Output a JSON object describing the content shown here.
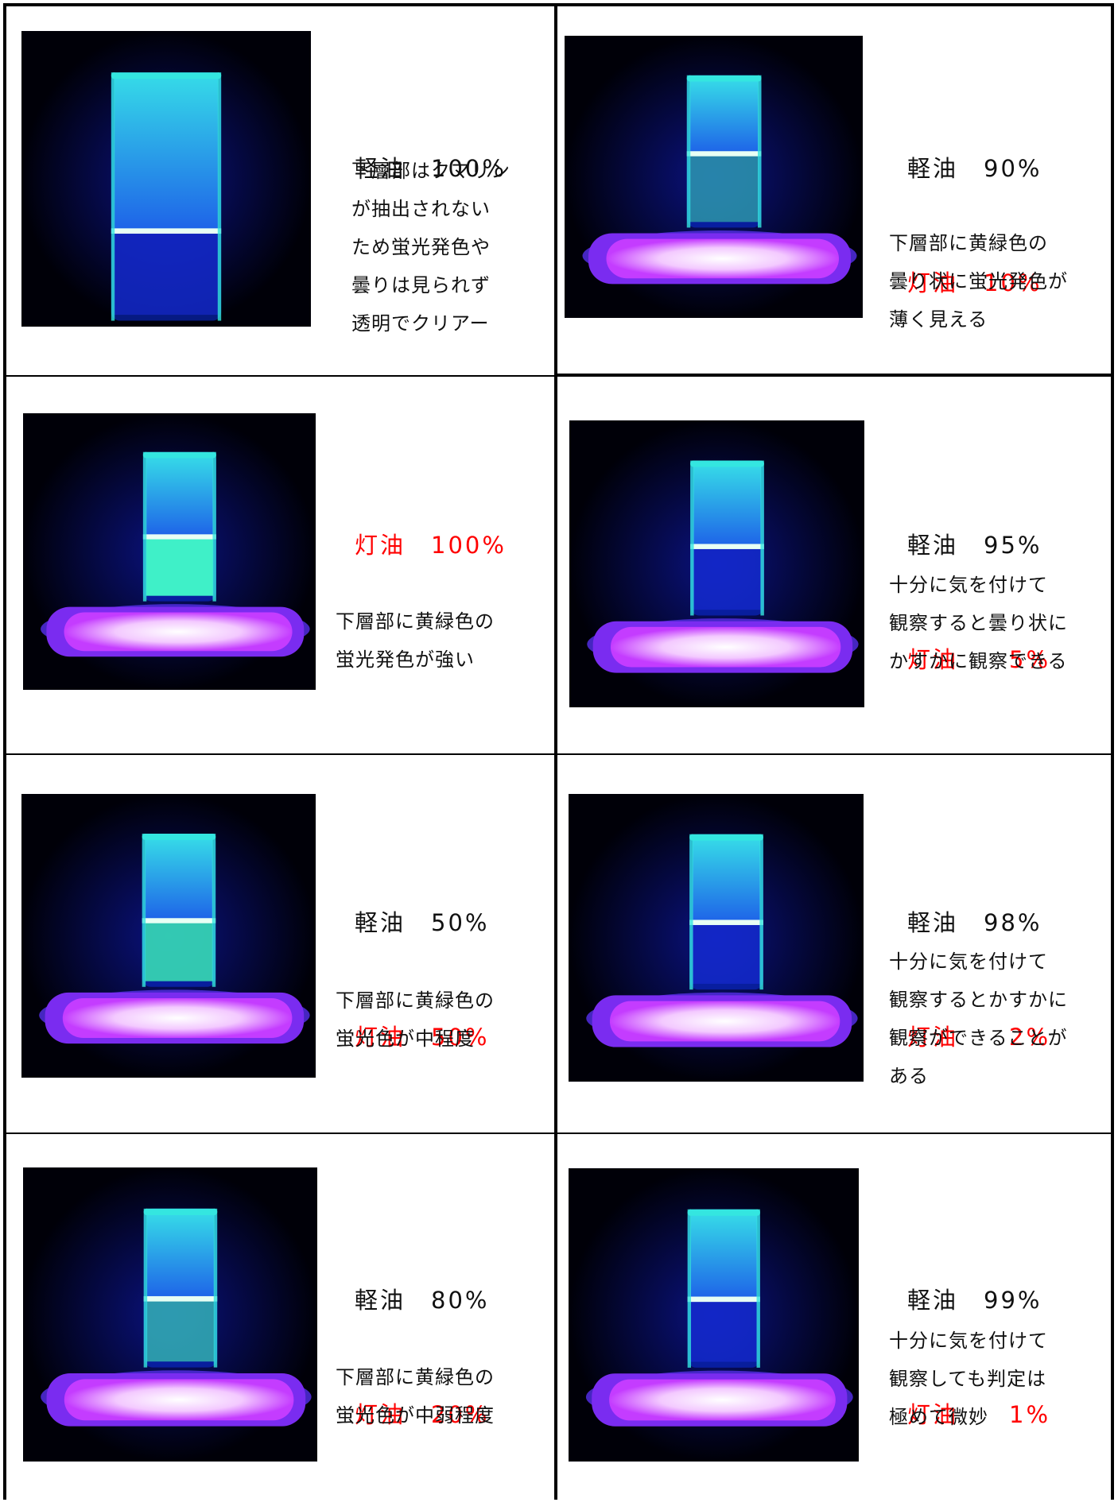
{
  "cells": [
    {
      "id": "d100",
      "lines": [
        {
          "text": "軽油　100%",
          "kind": "diesel"
        }
      ],
      "desc": [
        "下層部はクマリン",
        "が抽出されない",
        "ため蛍光発色や",
        "曇りは見られず",
        "透明でクリアー"
      ],
      "photo": {
        "liquid_top": 0.12,
        "interface": 0.68,
        "lower": "clear",
        "lamp": false
      }
    },
    {
      "id": "d90k10",
      "lines": [
        {
          "text": "軽油　90%",
          "kind": "diesel"
        },
        {
          "text": "灯油　10%",
          "kind": "kerosene"
        }
      ],
      "desc": [
        "下層部に黄緑色の",
        "曇り状に蛍光発色が",
        "薄く見える"
      ],
      "photo": {
        "liquid_top": 0.12,
        "interface": 0.48,
        "lower": "faint",
        "lamp": true
      }
    },
    {
      "id": "k100",
      "lines": [
        {
          "text": "灯油　100%",
          "kind": "kerosene"
        }
      ],
      "desc": [
        "下層部に黄緑色の",
        "蛍光発色が強い"
      ],
      "photo": {
        "liquid_top": 0.12,
        "interface": 0.52,
        "lower": "strong",
        "lamp": true
      }
    },
    {
      "id": "d95k5",
      "lines": [
        {
          "text": "軽油　95%",
          "kind": "diesel"
        },
        {
          "text": "灯油　　5%",
          "kind": "kerosene"
        }
      ],
      "desc": [
        "十分に気を付けて",
        "観察すると曇り状に",
        "かすかに観察できる"
      ],
      "photo": {
        "liquid_top": 0.12,
        "interface": 0.51,
        "lower": "clear",
        "lamp": true
      }
    },
    {
      "id": "d50k50",
      "lines": [
        {
          "text": "軽油　50%",
          "kind": "diesel"
        },
        {
          "text": "灯油　50%",
          "kind": "kerosene"
        }
      ],
      "desc": [
        "下層部に黄緑色の",
        "蛍光色が中程度"
      ],
      "photo": {
        "liquid_top": 0.12,
        "interface": 0.52,
        "lower": "medium",
        "lamp": true
      }
    },
    {
      "id": "d98k2",
      "lines": [
        {
          "text": "軽油　98%",
          "kind": "diesel"
        },
        {
          "text": "灯油　　2%",
          "kind": "kerosene"
        }
      ],
      "desc": [
        "十分に気を付けて",
        "観察するとかすかに",
        "観察ができることが",
        "ある"
      ],
      "photo": {
        "liquid_top": 0.12,
        "interface": 0.52,
        "lower": "clear",
        "lamp": true
      }
    },
    {
      "id": "d80k20",
      "lines": [
        {
          "text": "軽油　80%",
          "kind": "diesel"
        },
        {
          "text": "灯油　20%",
          "kind": "kerosene"
        }
      ],
      "desc": [
        "下層部に黄緑色の",
        "蛍光色が中弱程度"
      ],
      "photo": {
        "liquid_top": 0.12,
        "interface": 0.52,
        "lower": "mediumweak",
        "lamp": true
      }
    },
    {
      "id": "d99k1",
      "lines": [
        {
          "text": "軽油　99%",
          "kind": "diesel"
        },
        {
          "text": "灯油　　1%",
          "kind": "kerosene"
        }
      ],
      "desc": [
        "十分に気を付けて",
        "観察しても判定は",
        "極めて微妙"
      ],
      "photo": {
        "liquid_top": 0.12,
        "interface": 0.52,
        "lower": "clear",
        "lamp": true
      }
    }
  ],
  "colors": {
    "diesel": "#111111",
    "kerosene": "#ff0000",
    "border": "#000000",
    "photo_bg": "#000008",
    "glow": "#34e6e0",
    "lamp": "#c43cff"
  }
}
